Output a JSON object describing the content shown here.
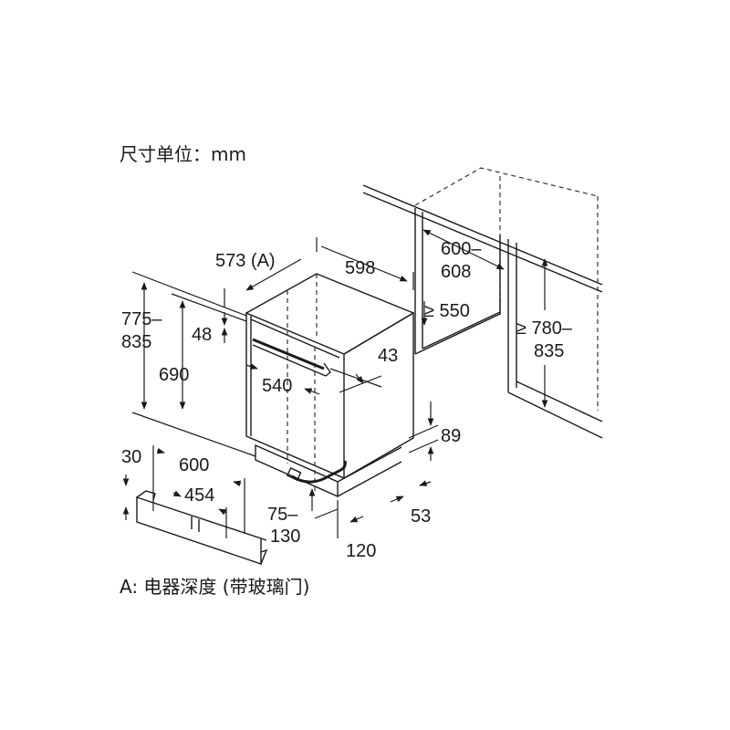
{
  "units_caption": "尺寸单位：mm",
  "footnote": "A: 电器深度 (带玻璃门)",
  "dimensions": {
    "depth": "573 (A)",
    "width": "598",
    "height_range_top": "775–",
    "height_range_bottom": "835",
    "front_height": "690",
    "top_offset": "48",
    "door_inset": "43",
    "door_width": "540",
    "niche_width_top": "600–",
    "niche_width_bottom": "608",
    "niche_depth": "≥ 550",
    "niche_height_top": "≥ 780–",
    "niche_height_bottom": "835",
    "plinth_height": "89",
    "plinth_depth": "53",
    "foot_range_top": "75–",
    "foot_range_bottom": "130",
    "rear_offset": "120",
    "kick_height": "30",
    "kick_width": "600",
    "kick_inner": "454"
  }
}
